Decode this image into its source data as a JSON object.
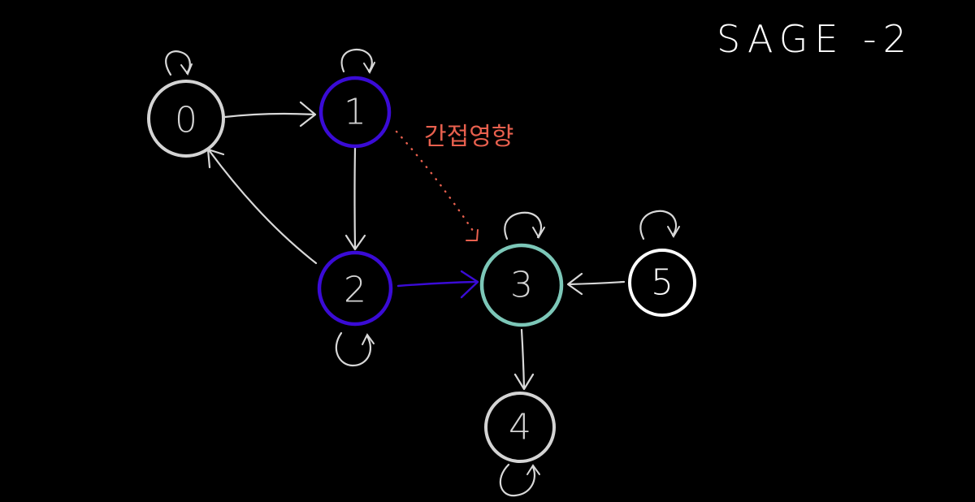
{
  "title": "SAGE -2",
  "annotation": "간접영향",
  "colors": {
    "background": "#000000",
    "default_node": "#d4d4d4",
    "highlight_node": "#3a0bd6",
    "target_node": "#7cc7b8",
    "isolated_node": "#ffffff",
    "edge": "#d8d8d8",
    "highlight_edge": "#3a0bd6",
    "indirect_edge": "#e8604e",
    "title": "#ffffff"
  },
  "nodes": [
    {
      "id": "0",
      "label": "0",
      "style": "default"
    },
    {
      "id": "1",
      "label": "1",
      "style": "highlight"
    },
    {
      "id": "2",
      "label": "2",
      "style": "highlight"
    },
    {
      "id": "3",
      "label": "3",
      "style": "target"
    },
    {
      "id": "4",
      "label": "4",
      "style": "default"
    },
    {
      "id": "5",
      "label": "5",
      "style": "isolated"
    }
  ],
  "edges": [
    {
      "from": "0",
      "to": "1",
      "style": "solid"
    },
    {
      "from": "1",
      "to": "2",
      "style": "solid"
    },
    {
      "from": "2",
      "to": "0",
      "style": "solid"
    },
    {
      "from": "2",
      "to": "3",
      "style": "highlight"
    },
    {
      "from": "5",
      "to": "3",
      "style": "solid"
    },
    {
      "from": "3",
      "to": "4",
      "style": "solid"
    },
    {
      "from": "1",
      "to": "3",
      "style": "indirect-dotted"
    }
  ],
  "self_loops": [
    "0",
    "1",
    "2",
    "3",
    "4",
    "5"
  ]
}
